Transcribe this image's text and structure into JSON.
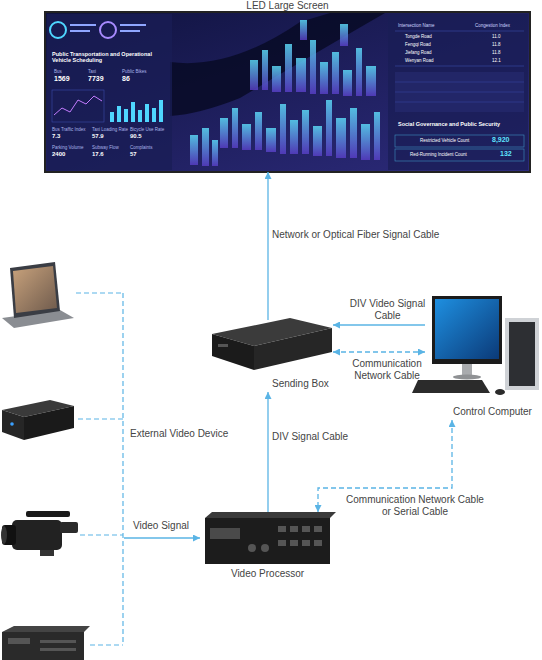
{
  "diagram": {
    "nodes": [
      {
        "text": [
          "LED Large Screen"
        ]
      },
      {
        "text": [
          "Sending Box"
        ]
      },
      {
        "text": [
          "Control Computer"
        ]
      },
      {
        "text": [
          "Video Processor"
        ]
      },
      {
        "text": [
          "External Video Device"
        ]
      }
    ],
    "edges": [
      {
        "from": 1,
        "to": 0,
        "label": "Network or Optical Fiber Signal Cable",
        "arrow": "to"
      },
      {
        "from": 2,
        "to": 1,
        "label": "DIV Video Signal Cable",
        "arrow": "to"
      },
      {
        "from": 1,
        "to": 2,
        "label": "Communication Network Cable",
        "arrow": "both"
      },
      {
        "from": 3,
        "to": 1,
        "label": "DIV Signal Cable",
        "arrow": "to"
      },
      {
        "from": 2,
        "to": 3,
        "label": "Communication Network Cable or Serial Cable",
        "arrow": "both"
      },
      {
        "from": 4,
        "to": 3,
        "label": "Video Signal",
        "arrow": "to"
      }
    ],
    "labels": [
      "Public Transportation and Operational Vehicle Scheduling",
      "Bus",
      "1569",
      "Taxi",
      "7739",
      "Public Bikes",
      "86",
      "Bus Traffic Index",
      "7.3",
      "Taxi Loading Rate",
      "57.9",
      "Bicycle Use Rate",
      "90.5",
      "Parking Volume",
      "2400",
      "Subway Flow",
      "17.6",
      "Complaints",
      "57",
      "Intersection Name",
      "Congestion Index",
      "Tongde Road",
      "11.0",
      "Fengqi Road",
      "11.8",
      "Jiefang Road",
      "11.8",
      "Wenyan Road",
      "12.1",
      "Social Governance and Public Security",
      "Restricted Vehicle Count",
      "8,920",
      "Red-Running Incident Count",
      "132"
    ]
  }
}
